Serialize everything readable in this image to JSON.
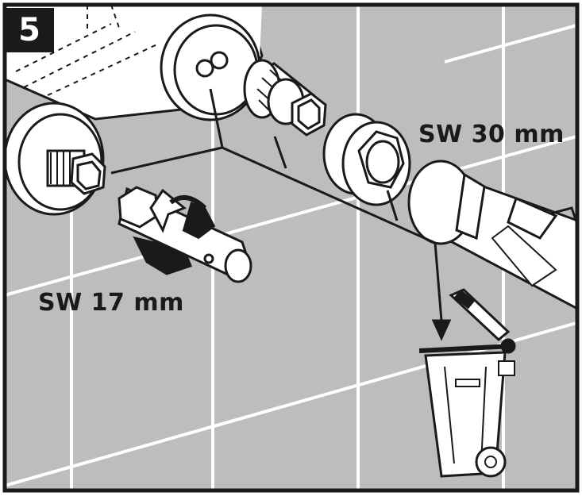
{
  "step": {
    "number": "5"
  },
  "labels": {
    "wrench_small": "SW 17 mm",
    "wrench_large": "SW 30 mm"
  },
  "colors": {
    "wall": "#bdbdbd",
    "grout": "#ffffff",
    "outline": "#1a1a1a",
    "part_fill": "#ffffff"
  },
  "icons": [
    "hex-socket-wrench-icon",
    "rotate-arrow-icon",
    "trash-bin-icon"
  ]
}
